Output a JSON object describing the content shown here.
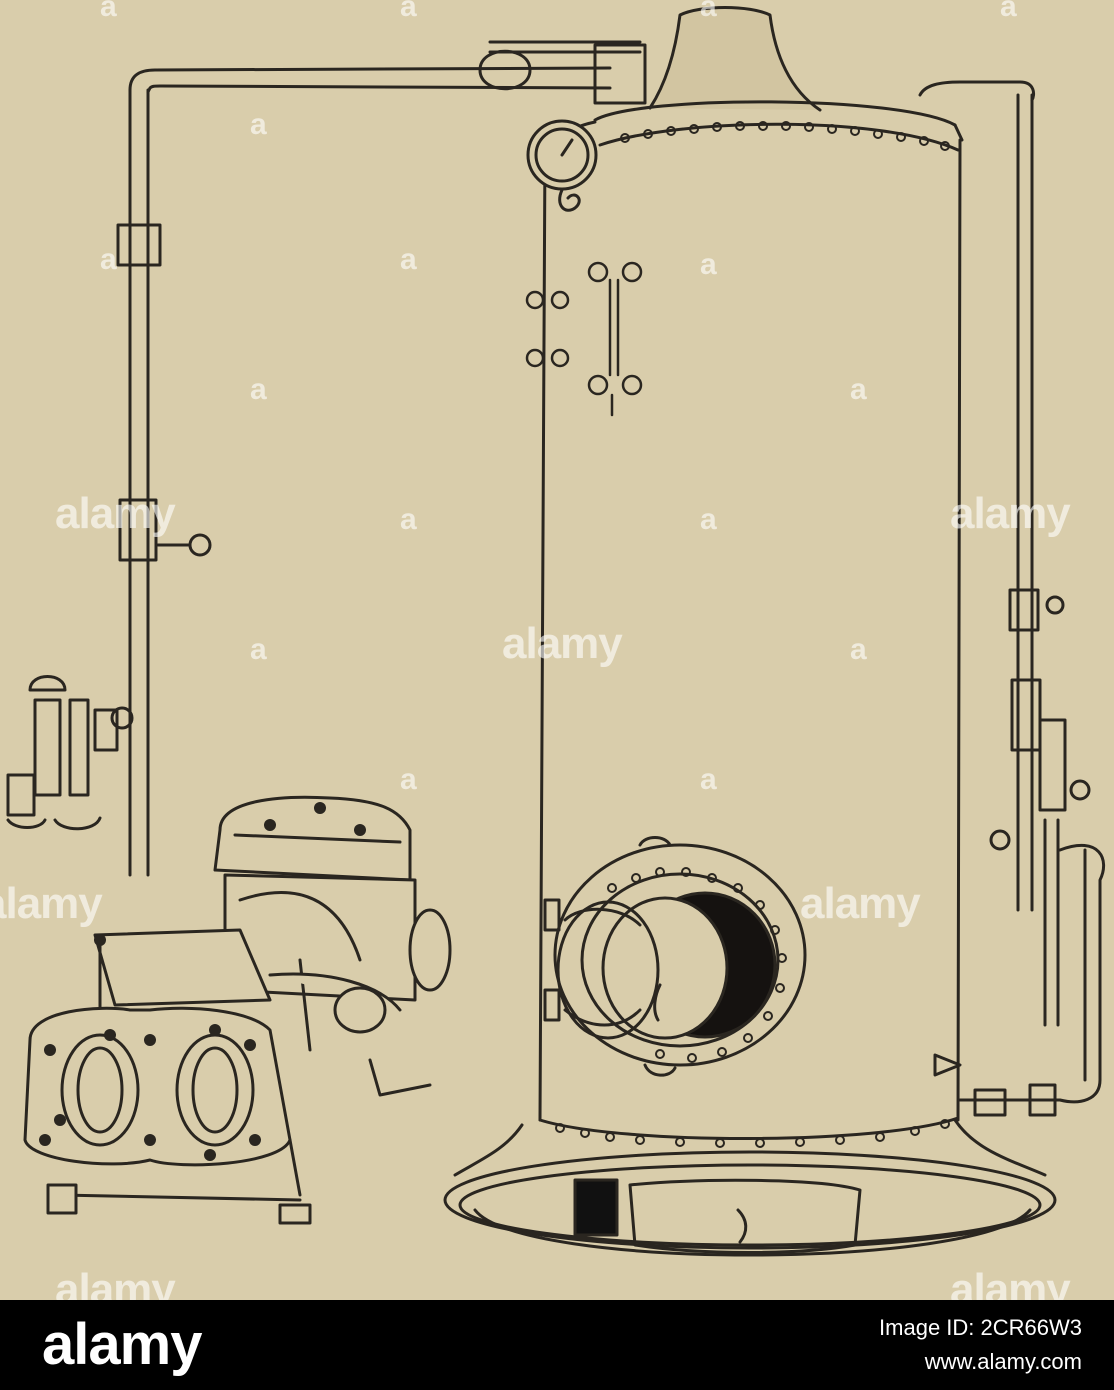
{
  "watermark": {
    "text": "alamy",
    "letter": "a"
  },
  "footer": {
    "brand": "alamy",
    "image_id": "Image ID: 2CR66W3",
    "url": "www.alamy.com"
  },
  "colors": {
    "paper": "#d9cdab",
    "ink": "#2a2620",
    "footer_bg": "#000000",
    "footer_text": "#ffffff"
  }
}
